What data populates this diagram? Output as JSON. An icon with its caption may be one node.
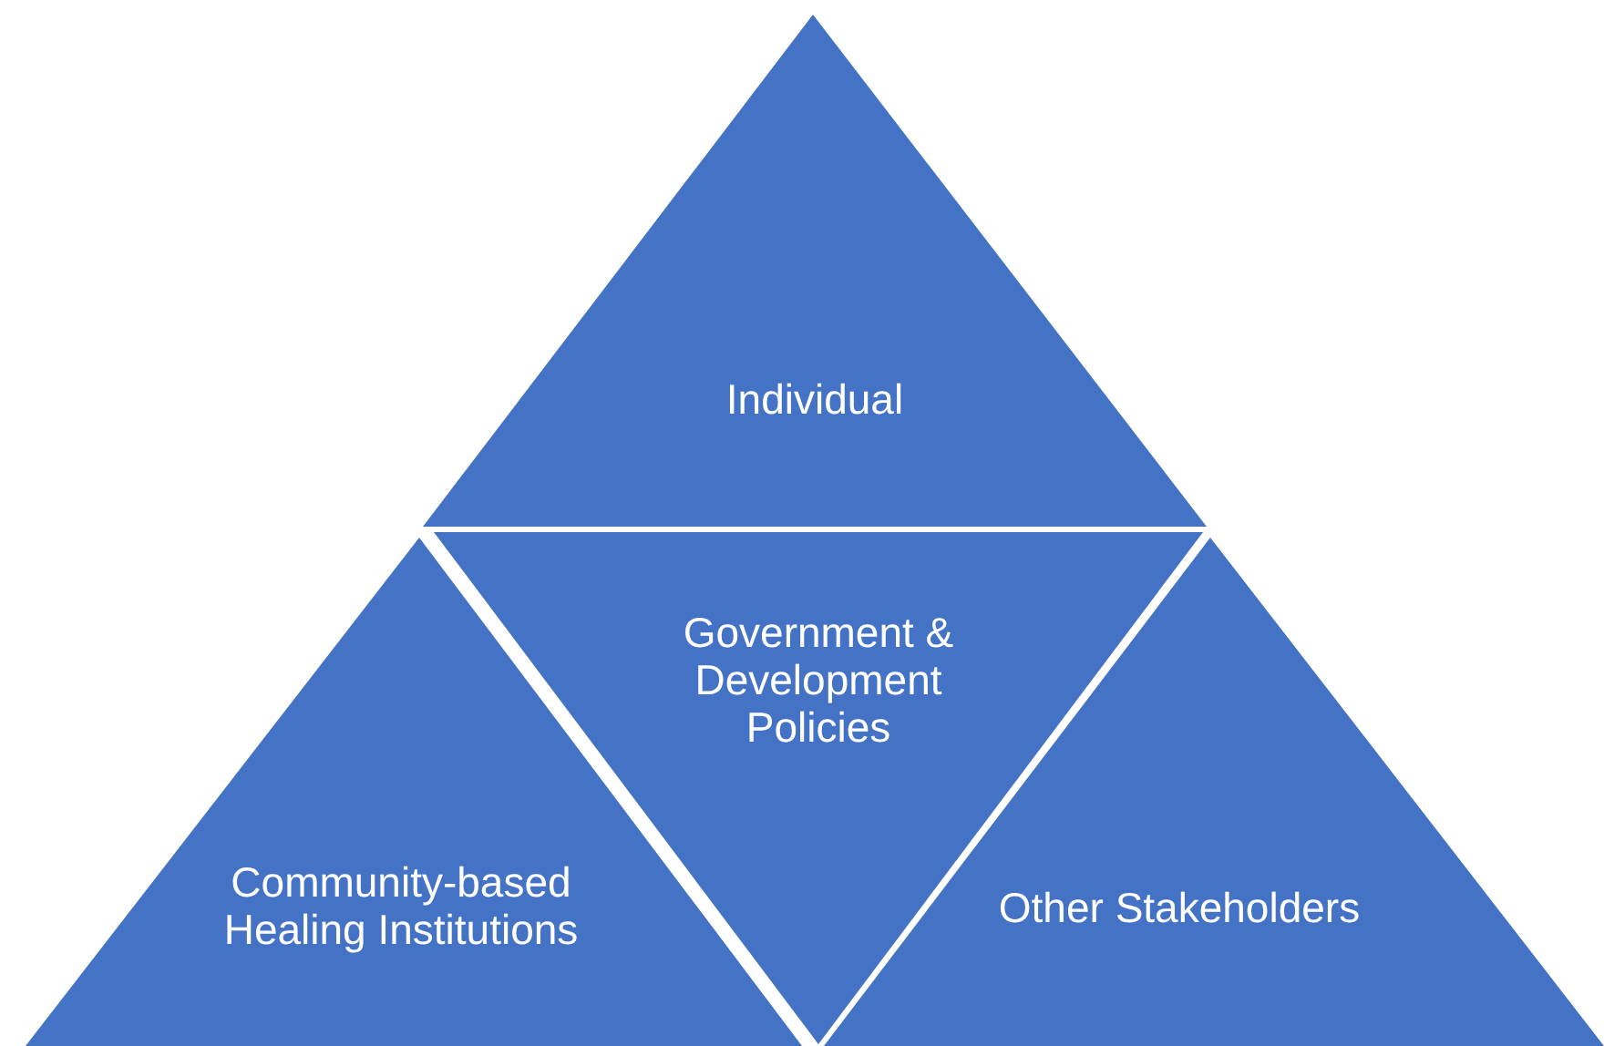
{
  "diagram": {
    "nodes": [
      {
        "text": [
          "Individual"
        ]
      },
      {
        "text": [
          "Government & Development Policies"
        ]
      },
      {
        "text": [
          "Community-based Healing Institutions"
        ]
      },
      {
        "text": [
          "Other Stakeholders"
        ]
      }
    ]
  }
}
